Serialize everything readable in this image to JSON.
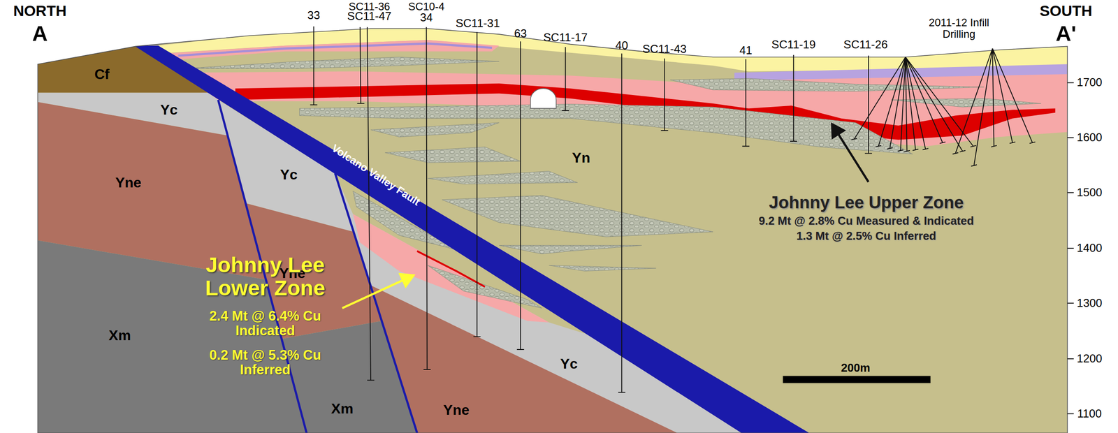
{
  "diagram": {
    "labels": [
      "NORTH",
      "A",
      "SOUTH",
      "A'",
      "33",
      "SC11-36",
      "SC11-47",
      "SC10-4",
      "34",
      "SC11-31",
      "63",
      "SC11-17",
      "40",
      "SC11-43",
      "41",
      "SC11-19",
      "SC11-26",
      "2011-12 Infill Drilling",
      "1700",
      "1600",
      "1500",
      "1400",
      "1300",
      "1200",
      "1100",
      "Cf",
      "Yc",
      "Yne",
      "Yc",
      "Yn",
      "Yne",
      "Xm",
      "Xm",
      "Yne",
      "Yc",
      "Volcano Valley Fault",
      "Johnny Lee Upper Zone",
      "9.2 Mt @ 2.8% Cu Measured & Indicated",
      "1.3 Mt @ 2.5% Cu Inferred",
      "Johnny Lee Lower Zone",
      "2.4 Mt @ 6.4% Cu Indicated",
      "0.2 Mt @ 5.3% Cu Inferred",
      "200m"
    ]
  }
}
